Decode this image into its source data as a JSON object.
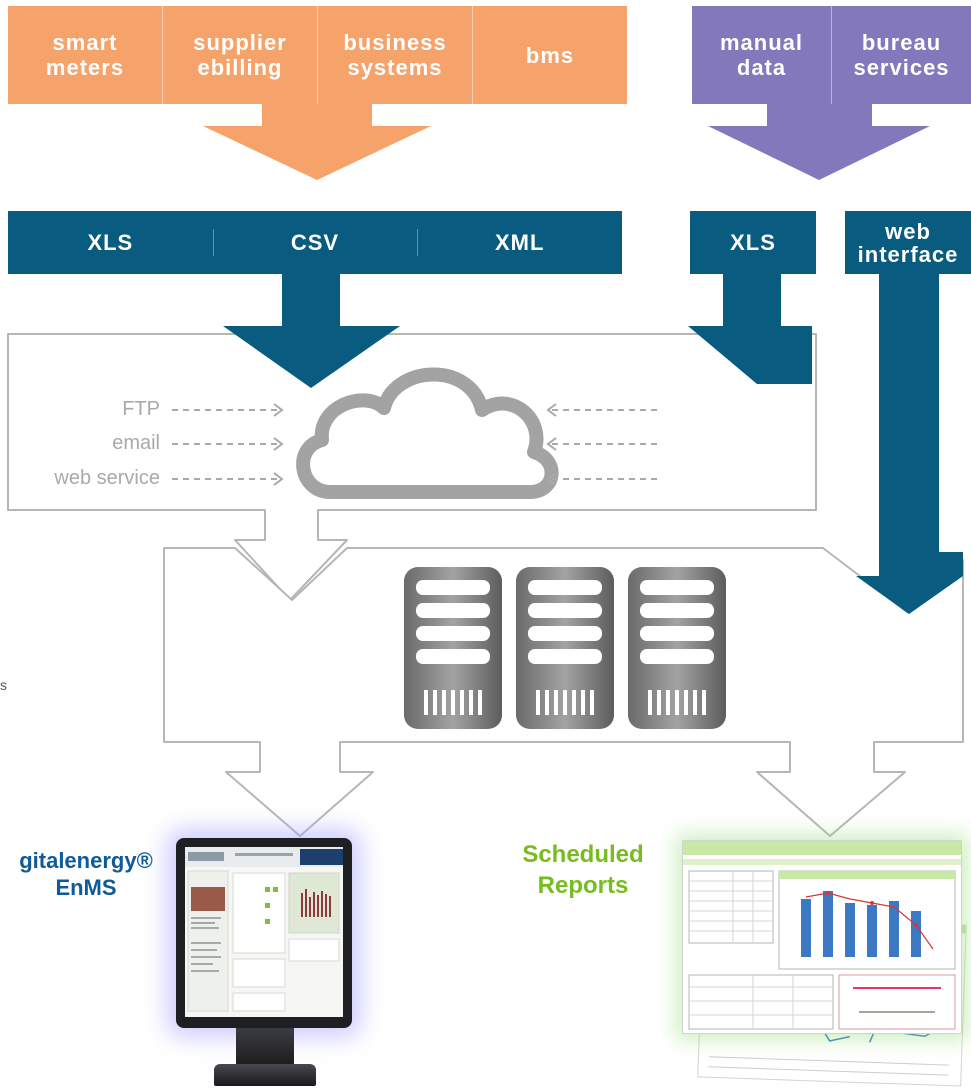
{
  "sources": {
    "group_a": [
      {
        "label": "smart\nmeters"
      },
      {
        "label": "supplier\nebilling"
      },
      {
        "label": "business\nsystems"
      },
      {
        "label": "bms"
      }
    ],
    "group_b": [
      {
        "label": "manual\ndata"
      },
      {
        "label": "bureau\nservices"
      }
    ]
  },
  "formats": {
    "main": [
      "XLS",
      "CSV",
      "XML"
    ],
    "secondary": "XLS",
    "web": "web\ninterface"
  },
  "protocols": [
    "FTP",
    "email",
    "web service"
  ],
  "outputs": {
    "dashboard_title_line1": "gitalenergy®",
    "dashboard_title_line2": "EnMS",
    "reports_title_line1": "Scheduled",
    "reports_title_line2": "Reports"
  },
  "colors": {
    "orange": "#f5a36a",
    "purple": "#8478bd",
    "navy": "#095b80",
    "gray_outline": "#b3b3b3",
    "green": "#76bd1d",
    "blue_title": "#0f5a99"
  }
}
